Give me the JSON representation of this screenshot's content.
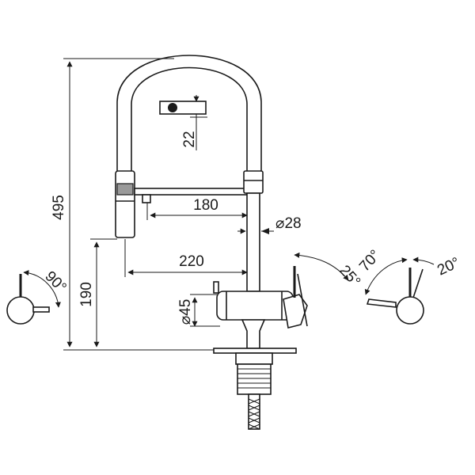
{
  "dimensions": {
    "height_total": "495",
    "height_spout": "190",
    "reach_lower": "220",
    "reach_upper": "180",
    "hose_clip": "22",
    "base_diameter": "⌀45",
    "body_diameter": "⌀28"
  },
  "angles": {
    "side_lever": "90°",
    "front_left": "25°",
    "front_right_large": "70°",
    "front_right_small": "20°"
  },
  "colors": {
    "ink": "#1a1a1a",
    "background": "#ffffff"
  }
}
